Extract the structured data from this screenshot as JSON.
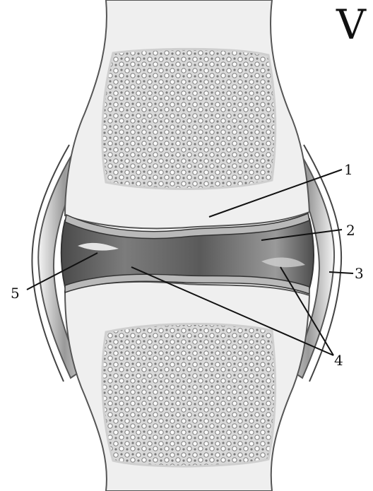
{
  "diagram": {
    "title": "V",
    "labels": [
      {
        "id": "1",
        "text": "1"
      },
      {
        "id": "2",
        "text": "2"
      },
      {
        "id": "3",
        "text": "3"
      },
      {
        "id": "4",
        "text": "4"
      },
      {
        "id": "5",
        "text": "5"
      }
    ]
  }
}
